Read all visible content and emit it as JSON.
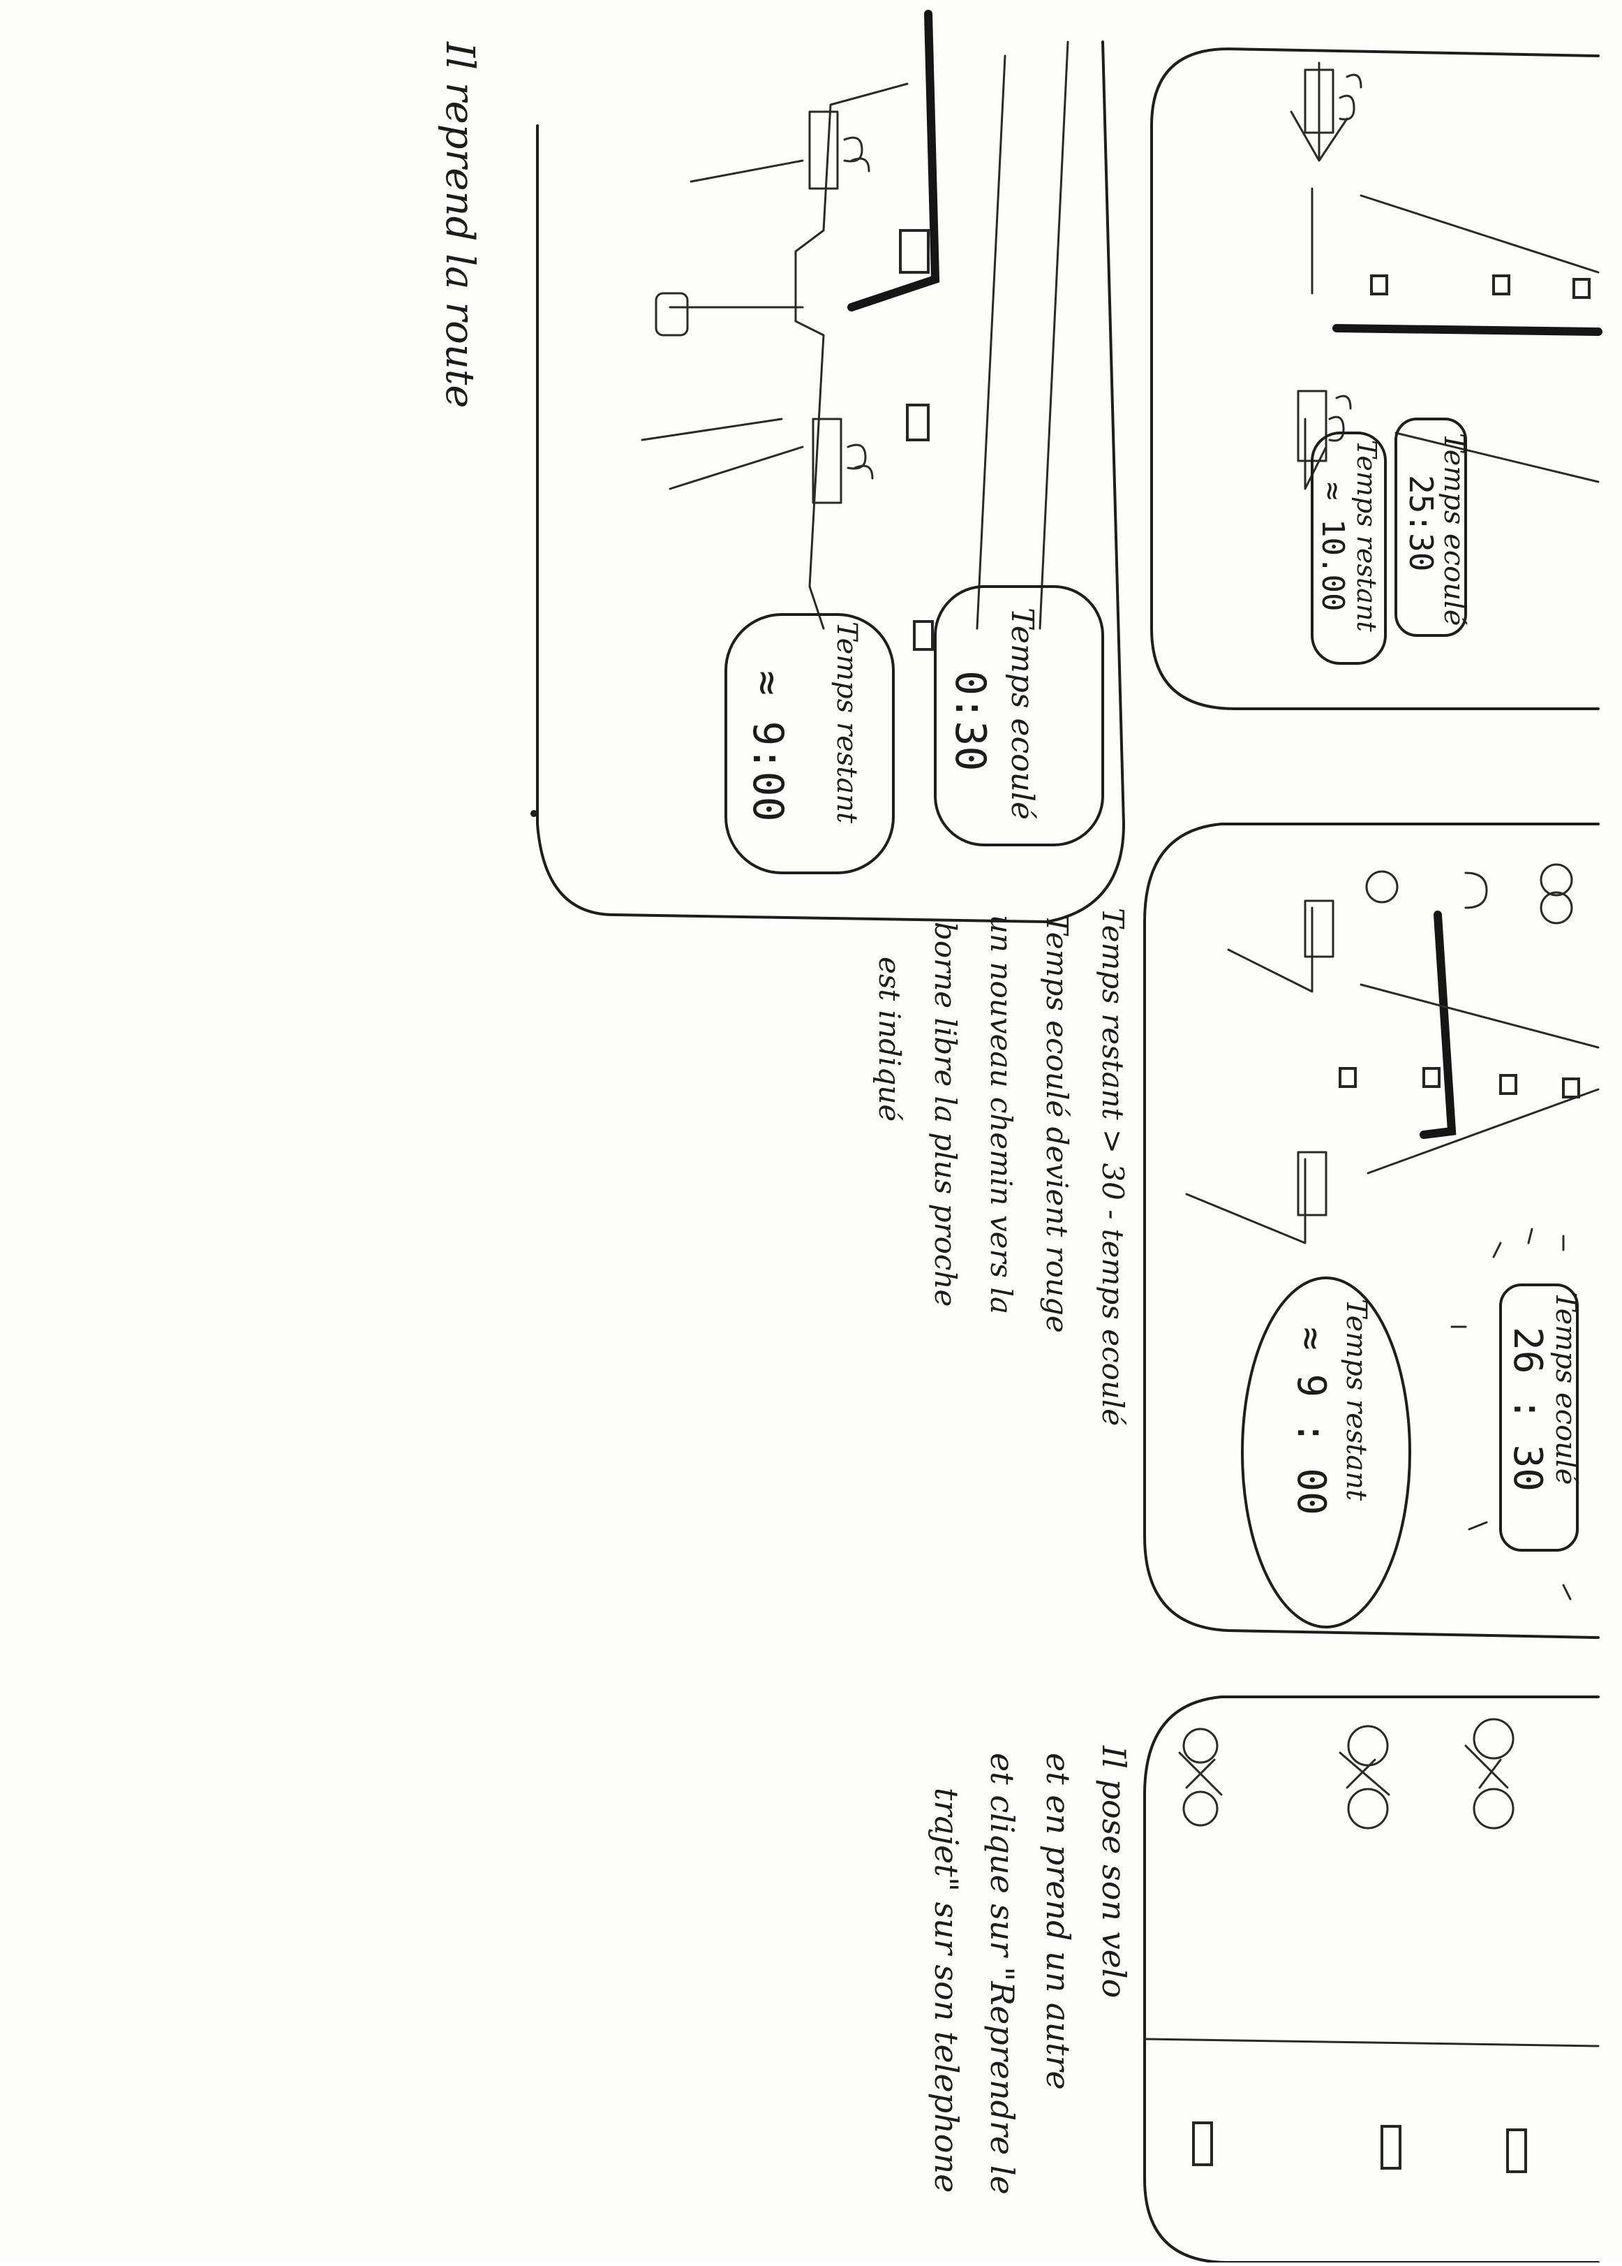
{
  "panel1": {
    "elapsed_label": "Temps ecoulé",
    "elapsed_value": "25:30",
    "remaining_label": "Temps restant",
    "remaining_value": "≈ 10.00"
  },
  "panel2": {
    "elapsed_label": "Temps ecoulé",
    "elapsed_value": "26 : 30",
    "remaining_label": "Temps restant",
    "remaining_value": "≈ 9 : 00",
    "caption": [
      "Temps restant > 30 - temps ecoulé",
      "Temps ecoulé devient rouge",
      "un nouveau chemin vers la",
      "borne libre la plus proche",
      "est indiqué"
    ]
  },
  "panel3": {
    "caption": [
      "Il pose son velo",
      "et en prend un autre",
      "et clique sur \"Reprendre le",
      "trajet\" sur son telephone"
    ]
  },
  "panel4": {
    "elapsed_label": "Temps ecoulé",
    "elapsed_value": "0:30",
    "remaining_label": "Temps restant",
    "remaining_value": "≈ 9:00",
    "caption": "Il reprend la route"
  }
}
